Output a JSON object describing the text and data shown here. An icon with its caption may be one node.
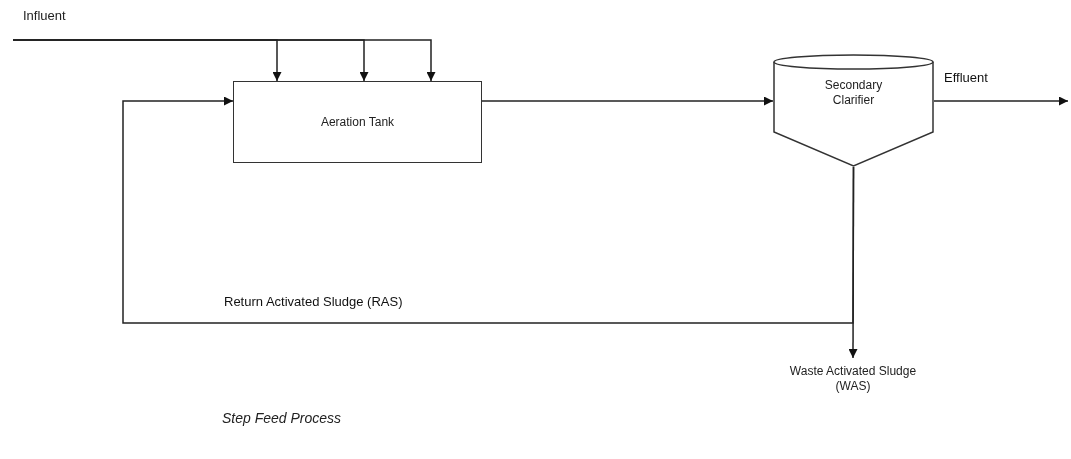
{
  "diagram": {
    "caption": "Step Feed Process",
    "nodes": [
      {
        "text": [
          "Influent"
        ]
      },
      {
        "text": [
          "Aeration Tank"
        ]
      },
      {
        "text": [
          "Secondary Clarifier"
        ]
      },
      {
        "text": [
          "Waste Activated Sludge (WAS)"
        ]
      }
    ],
    "edges": [
      {
        "from": 0,
        "to": 1,
        "arrow": "to"
      },
      {
        "from": 0,
        "to": 1,
        "arrow": "to"
      },
      {
        "from": 0,
        "to": 1,
        "arrow": "to"
      },
      {
        "from": 1,
        "to": 2,
        "arrow": "to"
      },
      {
        "from": 2,
        "to": null,
        "arrow": "to",
        "label": "Effluent"
      },
      {
        "from": 2,
        "to": 1,
        "arrow": "to",
        "label": "Return Activated Sludge (RAS)"
      },
      {
        "from": 2,
        "to": 3,
        "arrow": "to"
      }
    ]
  }
}
